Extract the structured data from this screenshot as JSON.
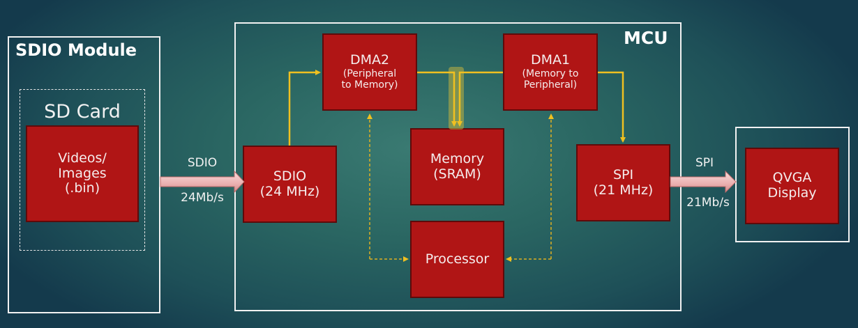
{
  "sdio_module": {
    "title": "SDIO Module",
    "sd_card": {
      "title": "SD Card",
      "block": {
        "line1": "Videos/",
        "line2": "Images",
        "line3": "(.bin)"
      }
    }
  },
  "link_sdio": {
    "top": "SDIO",
    "bottom": "24Mb/s"
  },
  "mcu": {
    "title": "MCU",
    "blocks": {
      "sdio": {
        "line1": "SDIO",
        "line2": "(24 MHz)"
      },
      "dma2": {
        "line1": "DMA2",
        "line2": "(Peripheral",
        "line3": "to Memory)"
      },
      "dma1": {
        "line1": "DMA1",
        "line2": "(Memory to",
        "line3": "Peripheral)"
      },
      "memory": {
        "line1": "Memory",
        "line2": "(SRAM)"
      },
      "processor": {
        "line1": "Processor"
      },
      "spi": {
        "line1": "SPI",
        "line2": "(21 MHz)"
      }
    }
  },
  "link_spi": {
    "top": "SPI",
    "bottom": "21Mb/s"
  },
  "display": {
    "line1": "QVGA",
    "line2": "Display"
  },
  "colors": {
    "block": "#b01515",
    "arrow": "#f0c020",
    "link_arrow": "#f2c4c4",
    "frame": "#f2f2f2"
  }
}
